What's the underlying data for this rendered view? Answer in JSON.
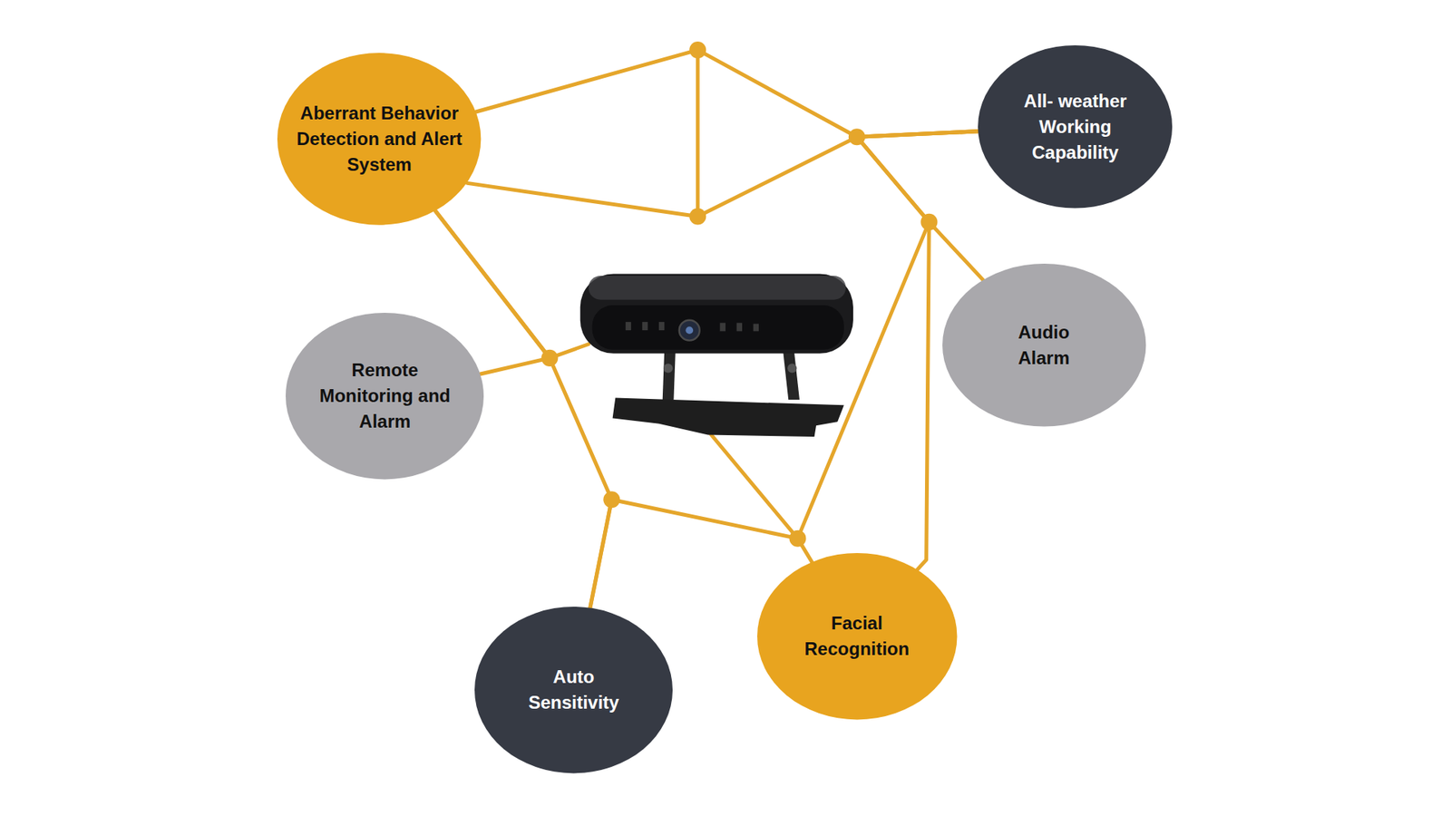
{
  "diagram": {
    "nodes": [
      {
        "text": [
          "Aberrant Behavior Detection and Alert System"
        ]
      },
      {
        "text": [
          "All- weather Working Capability"
        ]
      },
      {
        "text": [
          "Remote Monitoring and Alarm"
        ]
      },
      {
        "text": [
          "Audio Alarm"
        ]
      },
      {
        "text": [
          "Auto Sensitivity"
        ]
      },
      {
        "text": [
          "Facial Recognition"
        ]
      }
    ],
    "edges": [
      {
        "from": 0,
        "to": 1,
        "arrow": "none"
      },
      {
        "from": 0,
        "to": 2,
        "arrow": "none"
      },
      {
        "from": 0,
        "to": 4,
        "arrow": "none"
      },
      {
        "from": 1,
        "to": 3,
        "arrow": "none"
      },
      {
        "from": 1,
        "to": 5,
        "arrow": "none"
      },
      {
        "from": 4,
        "to": 5,
        "arrow": "none"
      }
    ]
  }
}
